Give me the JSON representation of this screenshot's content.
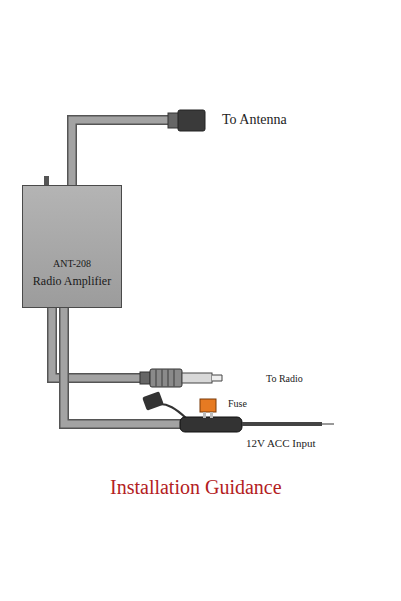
{
  "diagram": {
    "caption": "Installation Guidance",
    "nodes": [
      {
        "text": [
          "ANT-208",
          "Radio Amplifier"
        ]
      }
    ],
    "labels": [
      "To Antenna",
      "To Radio",
      "Fuse",
      "12V ACC Input"
    ]
  }
}
